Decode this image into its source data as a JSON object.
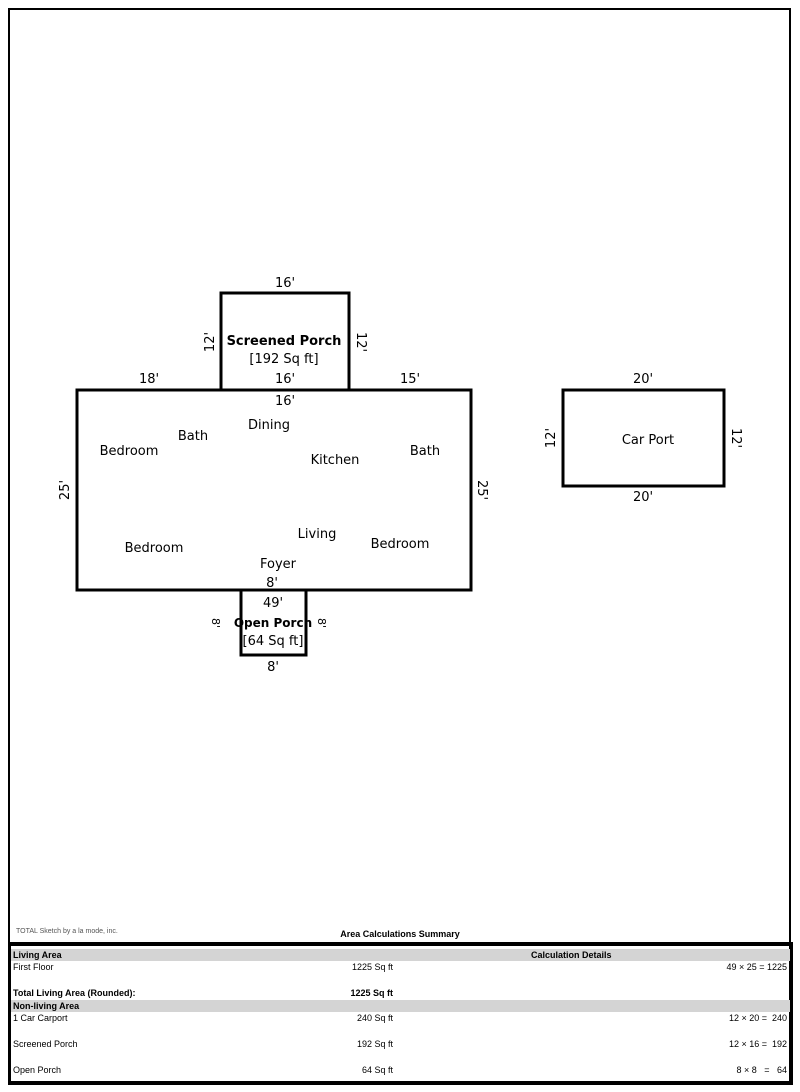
{
  "sketch": {
    "screened_porch": {
      "name": "Screened Porch",
      "area": "[192 Sq ft]",
      "top": "16'",
      "bottom": "16'",
      "left": "12'",
      "right": "12'"
    },
    "house": {
      "top_left": "18'",
      "top_mid": "16'",
      "top_right": "15'",
      "left": "25'",
      "right": "25'",
      "bottom": "8'"
    },
    "rooms": [
      "Bedroom",
      "Bath",
      "Dining",
      "Kitchen",
      "Bath",
      "Bedroom",
      "Living",
      "Bedroom",
      "Foyer"
    ],
    "open_porch": {
      "name": "Open Porch",
      "area": "[64 Sq ft]",
      "top": "49'",
      "bottom": "8'",
      "left": "8'",
      "right": "8'"
    },
    "car_port": {
      "name": "Car Port",
      "top": "20'",
      "bottom": "20'",
      "left": "12'",
      "right": "12'"
    }
  },
  "footer": {
    "credit": "TOTAL Sketch by a la mode, inc.",
    "title": "Area Calculations Summary"
  },
  "table": {
    "living_header": "Living Area",
    "details_header": "Calculation Details",
    "first_floor": {
      "label": "First Floor",
      "area": "1225 Sq ft",
      "calc": "49 × 25 = 1225"
    },
    "total": {
      "label": "Total Living Area (Rounded):",
      "area": "1225 Sq ft"
    },
    "nonliving_header": "Non-living Area",
    "rows": [
      {
        "label": "1 Car Carport",
        "area": "240 Sq ft",
        "calc": "12 × 20 =  240"
      },
      {
        "label": "Screened Porch",
        "area": "192 Sq ft",
        "calc": "12 × 16 =  192"
      },
      {
        "label": "Open Porch",
        "area": "64 Sq ft",
        "calc": "8 × 8   =   64"
      }
    ]
  }
}
